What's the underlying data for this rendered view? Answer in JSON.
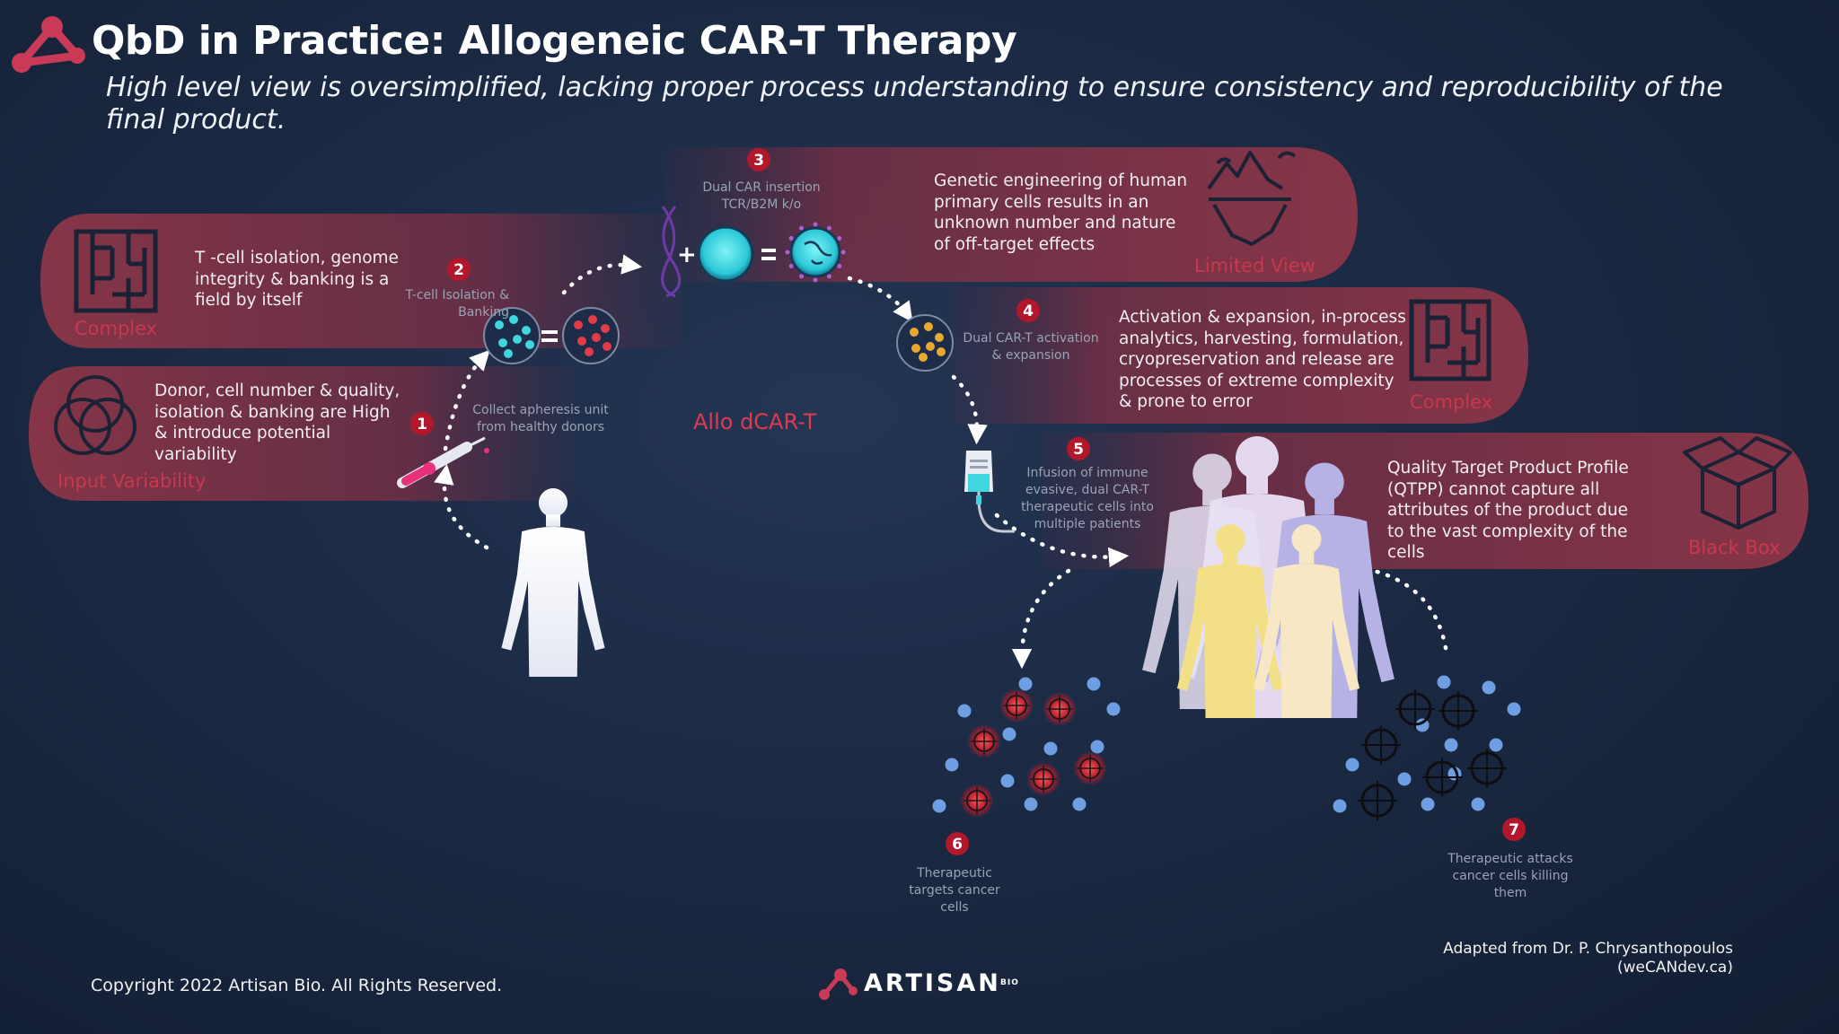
{
  "header": {
    "title": "QbD in Practice: Allogeneic CAR-T Therapy",
    "subtitle": "High level view is oversimplified, lacking proper process understanding to ensure consistency and reproducibility of the final product."
  },
  "bands": {
    "complex_left": {
      "text": "T -cell isolation, genome integrity & banking is a field by itself",
      "label": "Complex",
      "icon": "maze-icon"
    },
    "input_variability": {
      "text": "Donor, cell number & quality, isolation & banking are High & introduce potential variability",
      "label": "Input Variability",
      "icon": "venn-circles-icon"
    },
    "limited_view": {
      "text": "Genetic engineering of human primary cells results in an unknown number and nature of off-target effects",
      "label": "Limited View",
      "icon": "iceberg-icon"
    },
    "complex_right": {
      "text": "Activation & expansion, in-process analytics, harvesting, formulation, cryopreservation and release are processes of extreme complexity & prone to error",
      "label": "Complex",
      "icon": "maze-icon"
    },
    "black_box": {
      "text": "Quality Target Product Profile (QTPP) cannot capture all attributes of the product due to the vast complexity of the cells",
      "label": "Black Box",
      "icon": "box-icon"
    }
  },
  "steps": [
    {
      "number": "1",
      "label": "Collect apheresis unit from healthy donors"
    },
    {
      "number": "2",
      "label": "T-cell Isolation & Banking"
    },
    {
      "number": "3",
      "label": "Dual CAR insertion TCR/B2M k/o"
    },
    {
      "number": "4",
      "label": "Dual CAR-T activation & expansion"
    },
    {
      "number": "5",
      "label": "Infusion of immune evasive, dual CAR-T therapeutic cells into multiple patients"
    },
    {
      "number": "6",
      "label": "Therapeutic targets cancer cells"
    },
    {
      "number": "7",
      "label": "Therapeutic attacks cancer cells killing them"
    }
  ],
  "center_label": "Allo dCAR-T",
  "footer": {
    "copyright": "Copyright 2022 Artisan Bio. All Rights Reserved.",
    "brand": "ARTISAN",
    "brand_suffix": "BIO",
    "adapted_line1": "Adapted from Dr. P. Chrysanthopoulos",
    "adapted_line2": "(weCANdev.ca)"
  },
  "colors": {
    "band_fill": "#8a3447",
    "accent_red": "#c8384e",
    "step_badge": "#b3172c",
    "cell_cyan": "#3fd6e0",
    "cell_red": "#e23c4a",
    "cell_gold": "#e8a92e",
    "cancer_blue": "#6f9fe3"
  }
}
